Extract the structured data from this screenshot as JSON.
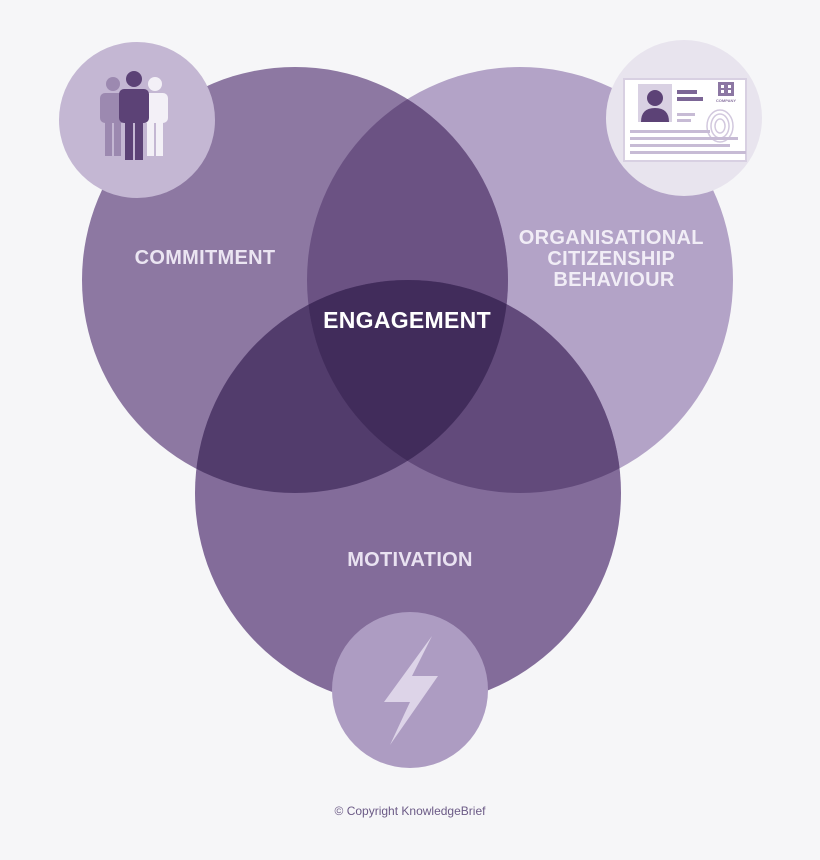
{
  "diagram": {
    "circles": {
      "commitment": {
        "label": "COMMITMENT",
        "icon": "people-icon"
      },
      "ocb": {
        "lines": [
          "ORGANISATIONAL",
          "CITIZENSHIP",
          "BEHAVIOUR"
        ],
        "icon": "id-card-icon"
      },
      "motivation": {
        "label": "MOTIVATION",
        "icon": "lightning-bolt-icon"
      }
    },
    "center_label": "ENGAGEMENT",
    "id_card": {
      "company_text": "COMPANY"
    }
  },
  "footer": {
    "copyright": "© Copyright KnowledgeBrief"
  },
  "colors": {
    "background": "#f6f6f8",
    "commitment_circle": "#8d78a2",
    "ocb_circle": "#b3a3c7",
    "motivation_circle": "#836c9a",
    "intersection_top": "#6b5283",
    "intersection_left": "#523c6c",
    "intersection_right": "#624a7b",
    "center": "#412c5b",
    "label_text": "#e9e2f1",
    "icon_badge_light": "#e8e4ee",
    "icon_badge_medium": "#c4b7d3"
  }
}
